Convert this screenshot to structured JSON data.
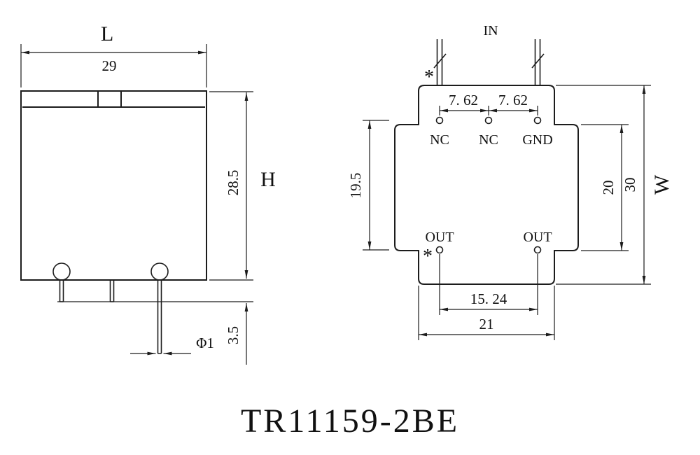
{
  "title": "TR11159-2BE",
  "front_view": {
    "dim_width_letter": "L",
    "dim_width": "29",
    "dim_height": "28.5",
    "dim_height_letter": "H",
    "dim_pin_length": "3.5",
    "dim_pin_diameter": "Φ1"
  },
  "pin_view": {
    "input_label": "IN",
    "polarity_top": "*",
    "polarity_bottom": "*",
    "dim_pitch_a": "7. 62",
    "dim_pitch_b": "7. 62",
    "pad_labels": {
      "nc1": "NC",
      "nc2": "NC",
      "gnd": "GND",
      "out1": "OUT",
      "out2": "OUT"
    },
    "dim_pin_rows": "19.5",
    "dim_flange": "20",
    "dim_overall": "30",
    "dim_depth_letter": "W",
    "dim_out_pitch": "15. 24",
    "dim_body_width": "21"
  }
}
